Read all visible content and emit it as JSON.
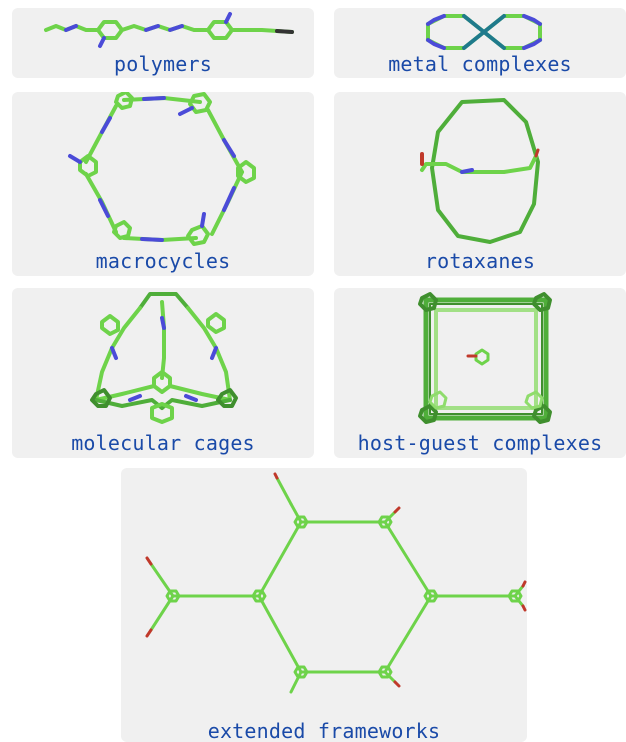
{
  "panels": {
    "polymers": "polymers",
    "metal_complexes": "metal complexes",
    "macrocycles": "macrocycles",
    "rotaxanes": "rotaxanes",
    "molecular_cages": "molecular cages",
    "host_guest_complexes": "host-guest complexes",
    "extended_frameworks": "extended frameworks"
  },
  "colors": {
    "panel_background": "#f0f0f0",
    "label_text": "#1a4aa8",
    "carbon_green": "#6ed34a",
    "nitrogen_blue": "#4b4bd8",
    "oxygen_red": "#c0392b",
    "metal_teal": "#1f7a8c"
  }
}
